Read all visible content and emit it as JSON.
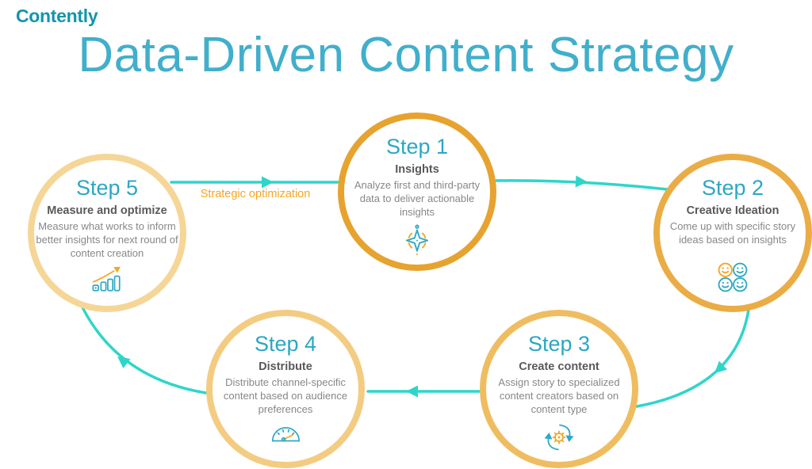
{
  "logo": "Contently",
  "title": "Data-Driven Content Strategy",
  "flow": {
    "connector_label": "Strategic optimization",
    "direction": "cycle: step1 → step2 → step3 → step4 → step5 → step1"
  },
  "colors": {
    "arrow_teal": "#2ED6C9",
    "step_heading_teal": "#2BA7C4",
    "title_blue": "#41AFCB",
    "logo_teal": "#1295AB",
    "label_orange": "#F5A623",
    "subtitle_gray": "#58595B",
    "body_gray": "#85878A"
  },
  "steps": [
    {
      "title": "Step 1",
      "subtitle": "Insights",
      "description": "Analyze first and third-party data to deliver actionable insights",
      "icon": "sparkle-icon",
      "border_color": "#E6A32F"
    },
    {
      "title": "Step 2",
      "subtitle": "Creative Ideation",
      "description": "Come up with specific story ideas based on insights",
      "icon": "smileys-icon",
      "border_color": "#EAAC45"
    },
    {
      "title": "Step 3",
      "subtitle": "Create content",
      "description": "Assign story to specialized content creators based on content type",
      "icon": "gear-cycle-icon",
      "border_color": "#EFBD60"
    },
    {
      "title": "Step 4",
      "subtitle": "Distribute",
      "description": "Distribute channel-specific content based on audience preferences",
      "icon": "gauge-icon",
      "border_color": "#F3CC82"
    },
    {
      "title": "Step 5",
      "subtitle": "Measure and optimize",
      "description": "Measure what works to inform better insights for next round of content creation",
      "icon": "bar-chart-icon",
      "border_color": "#F5D697"
    }
  ]
}
